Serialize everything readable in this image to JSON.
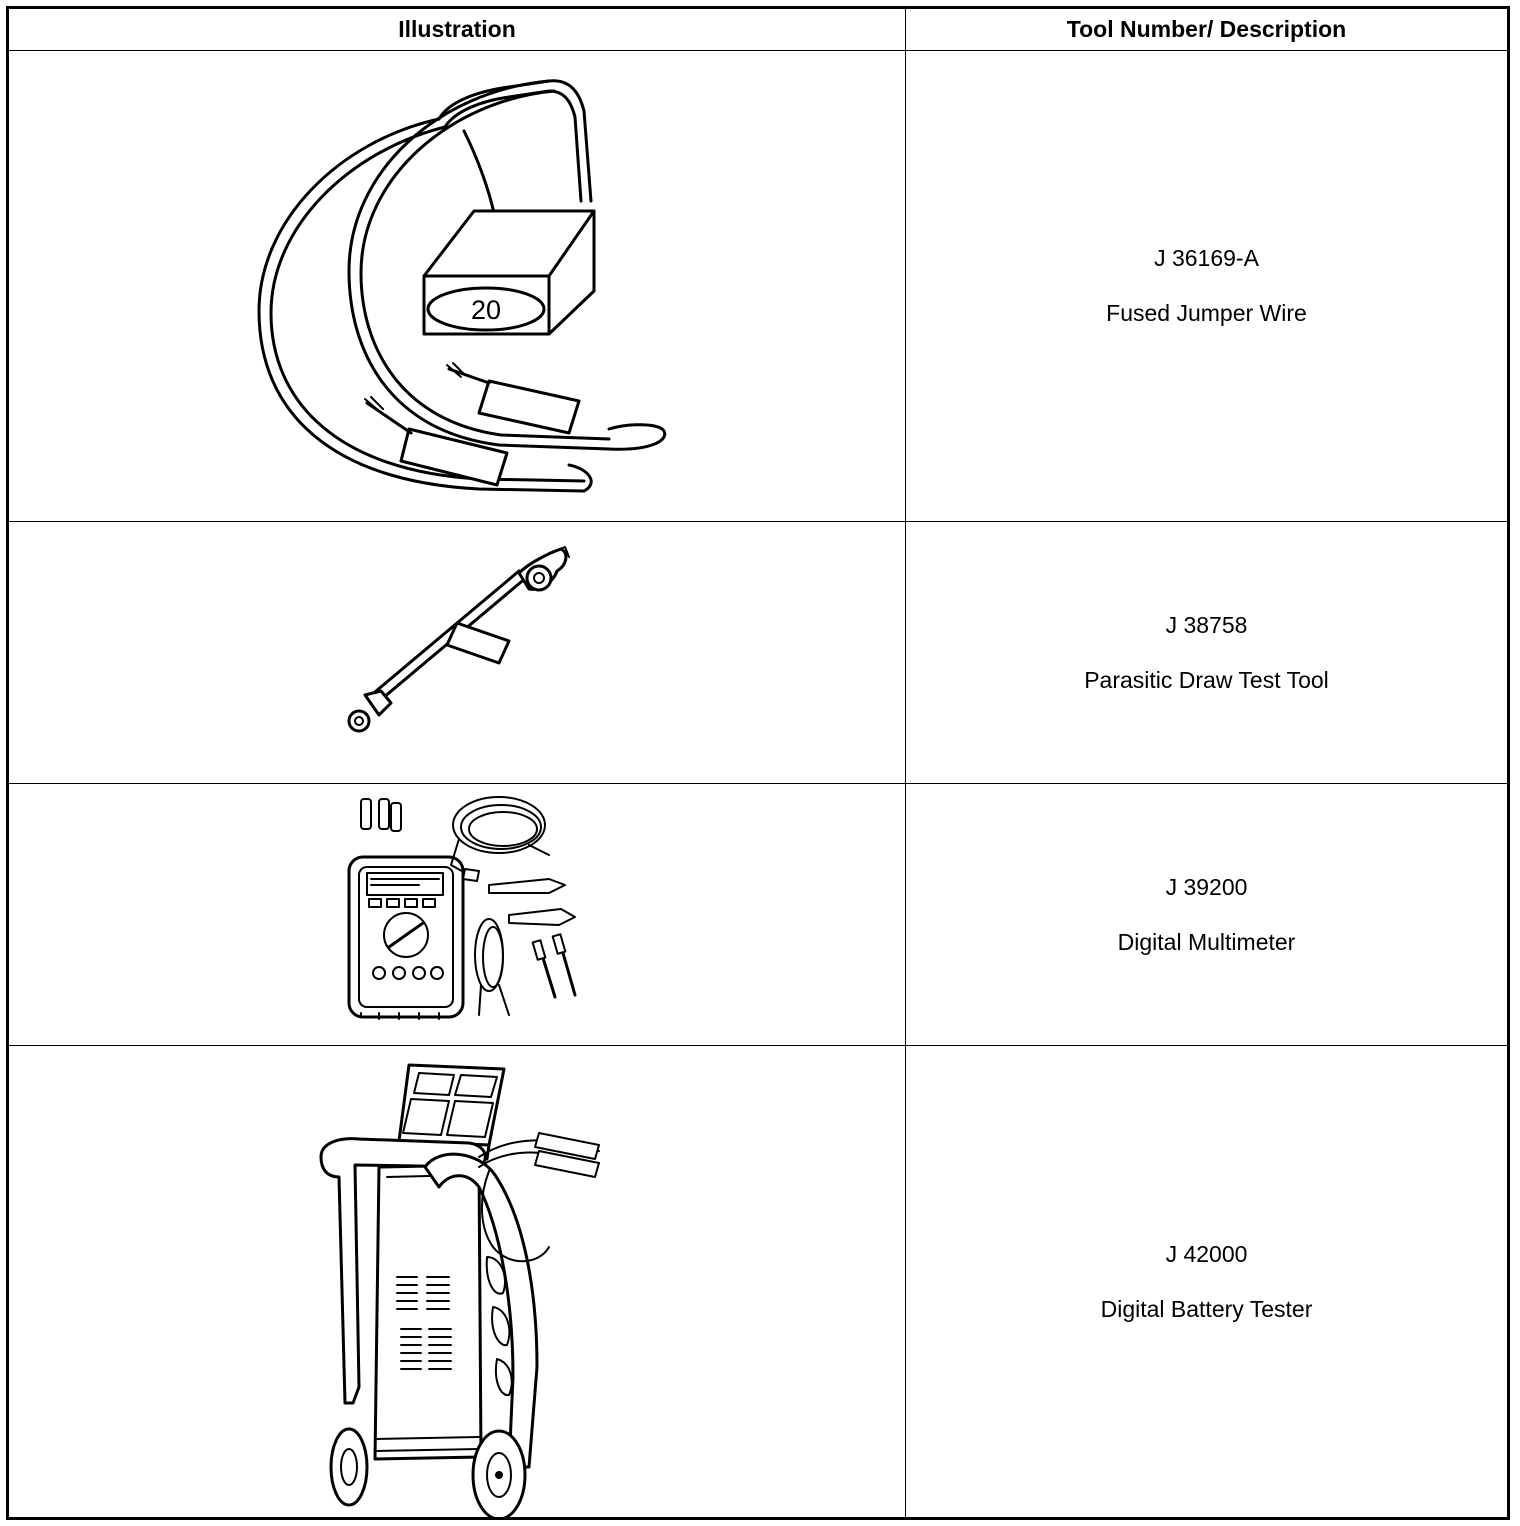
{
  "table": {
    "headers": {
      "illustration": "Illustration",
      "description": "Tool Number/ Description"
    },
    "rows": [
      {
        "number": "J 36169-A",
        "description": "Fused Jumper Wire",
        "illustration_icon": "fused-jumper-wire-illustration",
        "fuse_label": "20"
      },
      {
        "number": "J 38758",
        "description": "Parasitic Draw Test Tool",
        "illustration_icon": "parasitic-draw-test-tool-illustration"
      },
      {
        "number": "J 39200",
        "description": "Digital Multimeter",
        "illustration_icon": "digital-multimeter-illustration"
      },
      {
        "number": "J 42000",
        "description": "Digital Battery Tester",
        "illustration_icon": "digital-battery-tester-illustration"
      }
    ]
  }
}
